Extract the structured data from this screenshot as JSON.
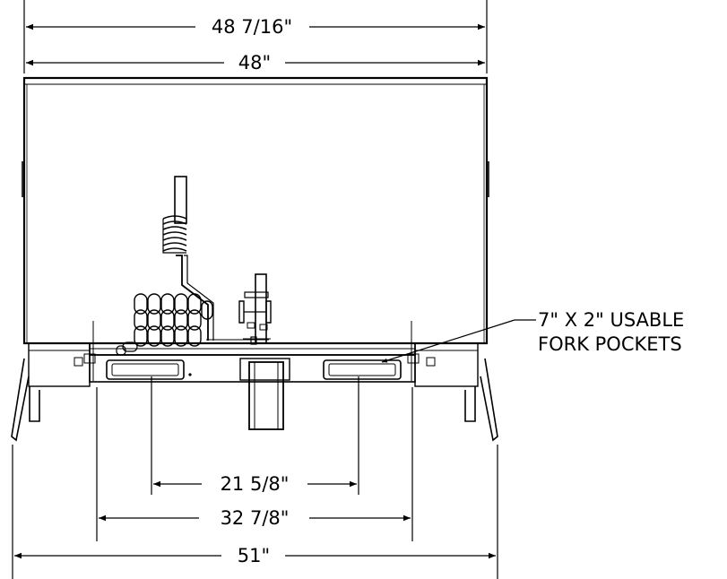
{
  "dimensions": {
    "overall_top": "48 7/16\"",
    "inner_top": "48\"",
    "pocket_inner": "21 5/8\"",
    "pocket_outer": "32 7/8\"",
    "overall_bottom": "51\""
  },
  "callout": {
    "line1": "7\" X 2\" USABLE",
    "line2": "FORK POCKETS"
  }
}
